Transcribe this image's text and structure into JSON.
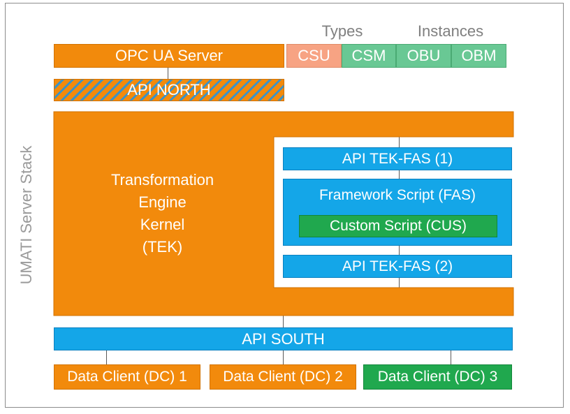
{
  "side_label": "UMATI Server Stack",
  "headers": {
    "types": "Types",
    "instances": "Instances"
  },
  "opc_server": "OPC UA Server",
  "types": [
    "CSU",
    "CSM"
  ],
  "instances": [
    "OBU",
    "OBM"
  ],
  "api_north": "API NORTH",
  "tek": [
    "Transformation",
    "Engine",
    "Kernel",
    "(TEK)"
  ],
  "api_tek_fas_1": "API TEK-FAS (1)",
  "fas": "Framework Script (FAS)",
  "cus": "Custom Script (CUS)",
  "api_tek_fas_2": "API TEK-FAS (2)",
  "api_south": "API SOUTH",
  "data_clients": [
    "Data Client (DC) 1",
    "Data Client (DC) 2",
    "Data Client (DC) 3"
  ],
  "colors": {
    "orange": "#f28a0c",
    "blue": "#14a6e8",
    "green": "#20a84e",
    "light_green": "#69c894",
    "salmon": "#f7a383",
    "hatch_stripe": "#3a93c8"
  }
}
